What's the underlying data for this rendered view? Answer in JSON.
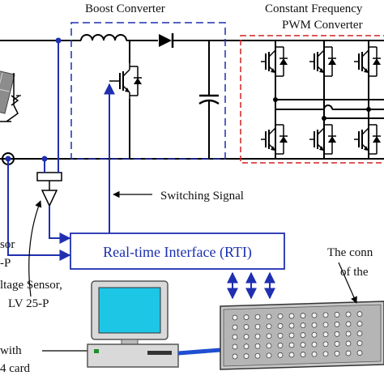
{
  "labels": {
    "boost_converter": "Boost Converter",
    "pwm_converter_line1": "Constant Frequency",
    "pwm_converter_line2": "PWM Converter",
    "switching_signal": "Switching Signal",
    "rti_block": "Real-time Interface (RTI)",
    "current_sensor_line1": "sor",
    "current_sensor_line2": "-P",
    "voltage_sensor_line1": "ltage Sensor,",
    "voltage_sensor_line2": "LV 25-P",
    "pc_line1": "with",
    "pc_line2": "4 card",
    "connector_line1": "The conn",
    "connector_line2": "of the"
  },
  "colors": {
    "signal_blue": "#1f2fb0",
    "boost_box_border": "#1f2fb0",
    "pwm_box_border": "#d42020",
    "wire": "#000000",
    "monitor_screen": "#1ec6e6"
  },
  "icons": [
    "pv-panel-icon",
    "inductor-icon",
    "diode-icon",
    "igbt-switch-icon",
    "capacitor-icon",
    "current-sensor-icon",
    "voltage-sensor-icon",
    "computer-icon",
    "connector-panel-icon"
  ]
}
